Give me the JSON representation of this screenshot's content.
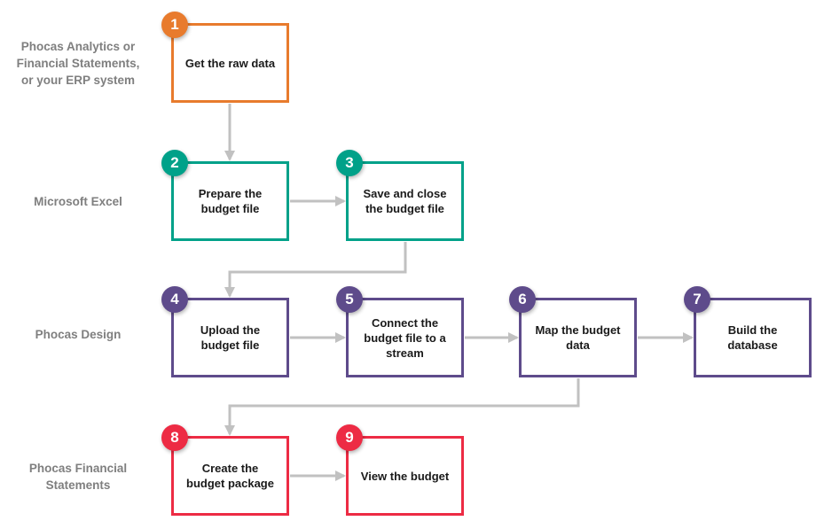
{
  "colors": {
    "orange": "#E87B2D",
    "teal": "#00A189",
    "purple": "#5E4B8B",
    "red": "#ED2B44",
    "arrow": "#C1C1C1",
    "label-gray": "#7F7F7F",
    "box-text": "#1A1A1A",
    "box-bg": "#FFFFFF"
  },
  "rows": [
    {
      "label": "Phocas Analytics or\nFinancial Statements,\nor your ERP system",
      "steps": [
        {
          "number": "1",
          "label": "Get the raw data"
        }
      ]
    },
    {
      "label": "Microsoft Excel",
      "steps": [
        {
          "number": "2",
          "label": "Prepare the budget file"
        },
        {
          "number": "3",
          "label": "Save and close the budget file"
        }
      ]
    },
    {
      "label": "Phocas Design",
      "steps": [
        {
          "number": "4",
          "label": "Upload the budget file"
        },
        {
          "number": "5",
          "label": "Connect the budget file to a stream"
        },
        {
          "number": "6",
          "label": "Map the budget data"
        },
        {
          "number": "7",
          "label": "Build the database"
        }
      ]
    },
    {
      "label": "Phocas Financial\nStatements",
      "steps": [
        {
          "number": "8",
          "label": "Create the budget package"
        },
        {
          "number": "9",
          "label": "View the budget"
        }
      ]
    }
  ]
}
